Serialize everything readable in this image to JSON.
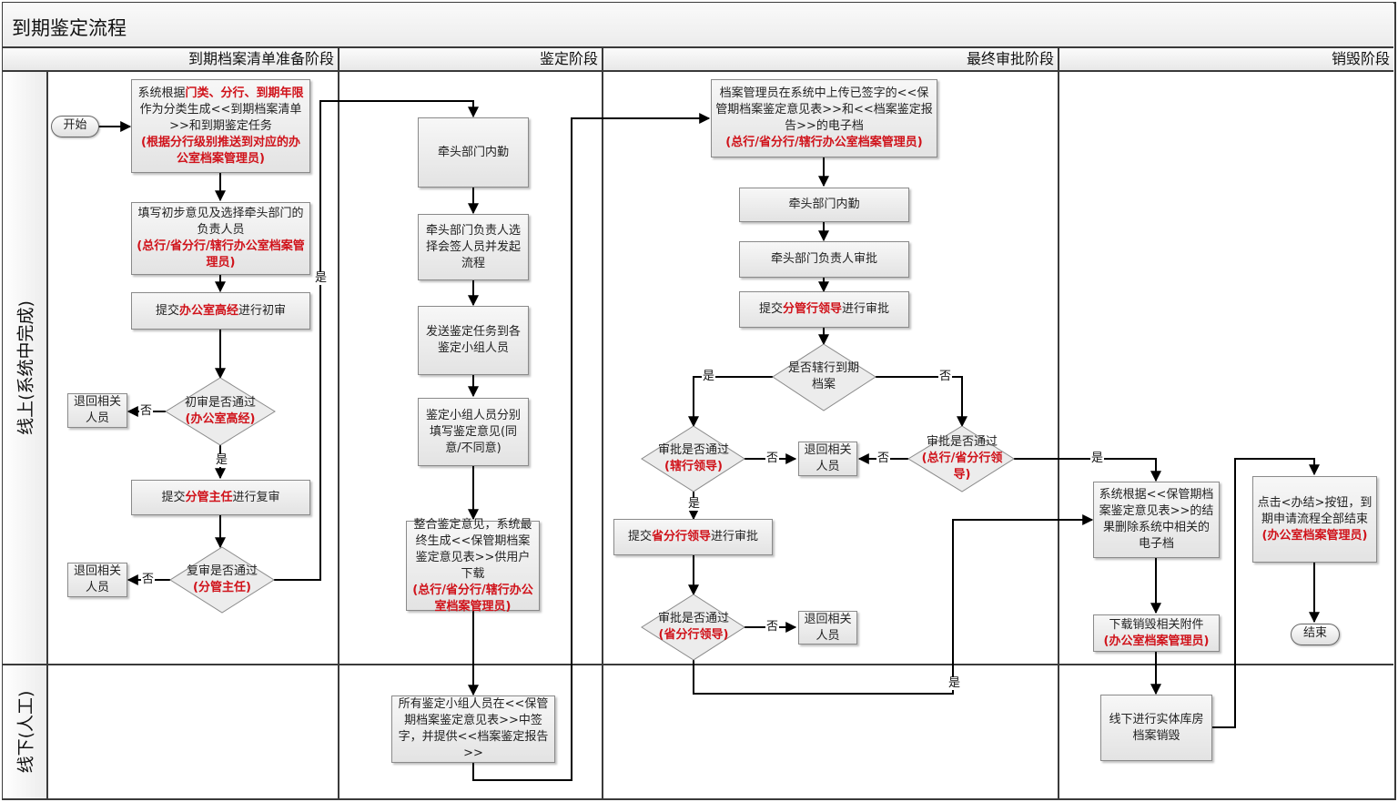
{
  "title": "到期鉴定流程",
  "phases": [
    {
      "label": "到期档案清单准备阶段"
    },
    {
      "label": "鉴定阶段"
    },
    {
      "label": "最终审批阶段"
    },
    {
      "label": "销毁阶段"
    }
  ],
  "lanes": [
    {
      "label": "线上(系统中完成)"
    },
    {
      "label": "线下(人工)"
    }
  ],
  "nodes": {
    "start": {
      "text": "开始"
    },
    "end": {
      "text": "结束"
    },
    "generate_list": {
      "parts": [
        {
          "t": "系统根据",
          "red": false
        },
        {
          "t": "门类、分行、到期年限",
          "red": true
        },
        {
          "t": "作为分类生成<<到期档案清单>>和到期鉴定任务",
          "red": false
        },
        {
          "t": "(根据分行级别推送到对应的办公室档案管理员)",
          "red": true,
          "br": true
        }
      ]
    },
    "fill_opinion": {
      "parts": [
        {
          "t": "填写初步意见及选择牵头部门的负责人员",
          "red": false
        },
        {
          "t": "(总行/省分行/辖行办公室档案管理员)",
          "red": true,
          "br": true
        }
      ]
    },
    "submit_first_review": {
      "parts": [
        {
          "t": "提交",
          "red": false
        },
        {
          "t": "办公室高经",
          "red": true
        },
        {
          "t": "进行初审",
          "red": false
        }
      ]
    },
    "first_review_decision": {
      "parts": [
        {
          "t": "初审是否通过",
          "red": false
        },
        {
          "t": "(办公室高经)",
          "red": true,
          "br": true
        }
      ]
    },
    "return_1": {
      "text": "退回相关人员"
    },
    "submit_second_review": {
      "parts": [
        {
          "t": "提交",
          "red": false
        },
        {
          "t": "分管主任",
          "red": true
        },
        {
          "t": "进行复审",
          "red": false
        }
      ]
    },
    "second_review_decision": {
      "parts": [
        {
          "t": "复审是否通过",
          "red": false
        },
        {
          "t": "(分管主任)",
          "red": true,
          "br": true
        }
      ]
    },
    "return_2": {
      "text": "退回相关人员"
    },
    "lead_dept_clerk_1": {
      "text": "牵头部门内勤"
    },
    "lead_dept_select": {
      "text": "牵头部门负责人选择会签人员并发起流程"
    },
    "send_tasks": {
      "text": "发送鉴定任务到各鉴定小组人员"
    },
    "group_fill": {
      "text": "鉴定小组人员分别填写鉴定意见(同意/不同意)"
    },
    "integrate": {
      "parts": [
        {
          "t": "整合鉴定意见，系统最终生成<<保管期档案鉴定意见表>>供用户下载",
          "red": false
        },
        {
          "t": "(总行/省分行/辖行办公室档案管理员)",
          "red": true,
          "br": true
        }
      ]
    },
    "offline_sign": {
      "text": "所有鉴定小组人员在<<保管期档案鉴定意见表>>中签字，并提供<<档案鉴定报告>>"
    },
    "upload_signed": {
      "parts": [
        {
          "t": "档案管理员在系统中上传已签字的<<保管期档案鉴定意见表>>和<<档案鉴定报告>>的电子档",
          "red": false
        },
        {
          "t": "(总行/省分行/辖行办公室档案管理员)",
          "red": true,
          "br": true
        }
      ]
    },
    "lead_dept_clerk_2": {
      "text": "牵头部门内勤"
    },
    "lead_dept_approve": {
      "text": "牵头部门负责人审批"
    },
    "submit_branch_leader": {
      "parts": [
        {
          "t": "提交",
          "red": false
        },
        {
          "t": "分管行领导",
          "red": true
        },
        {
          "t": "进行审批",
          "red": false
        }
      ]
    },
    "is_sub_branch": {
      "text": "是否辖行到期档案"
    },
    "sub_branch_approve": {
      "parts": [
        {
          "t": "审批是否通过",
          "red": false
        },
        {
          "t": "(辖行领导)",
          "red": true,
          "br": true
        }
      ]
    },
    "return_3": {
      "text": "退回相关人员"
    },
    "hq_approve": {
      "parts": [
        {
          "t": "审批是否通过",
          "red": false
        },
        {
          "t": "(总行/省分行领导)",
          "red": true,
          "br": true
        }
      ]
    },
    "submit_province_leader": {
      "parts": [
        {
          "t": "提交",
          "red": false
        },
        {
          "t": "省分行领导",
          "red": true
        },
        {
          "t": "进行审批",
          "red": false
        }
      ]
    },
    "province_approve": {
      "parts": [
        {
          "t": "审批是否通过",
          "red": false
        },
        {
          "t": "(省分行领导)",
          "red": true,
          "br": true
        }
      ]
    },
    "return_4": {
      "text": "退回相关人员"
    },
    "delete_electronic": {
      "text": "系统根据<<保管期档案鉴定意见表>>的结果删除系统中相关的电子档"
    },
    "download_attachments": {
      "parts": [
        {
          "t": "下载销毁相关附件",
          "red": false
        },
        {
          "t": "(办公室档案管理员)",
          "red": true,
          "br": true
        }
      ]
    },
    "offline_destroy": {
      "text": "线下进行实体库房档案销毁"
    },
    "click_finish": {
      "parts": [
        {
          "t": "点击<办结>按钮，到期申请流程全部结束",
          "red": false
        },
        {
          "t": "(办公室档案管理员)",
          "red": true,
          "br": true
        }
      ]
    }
  },
  "edge_labels": {
    "yes": "是",
    "no": "否"
  },
  "colors": {
    "highlight": "#d0121a",
    "line": "#000000",
    "border": "#3a3a3a"
  }
}
